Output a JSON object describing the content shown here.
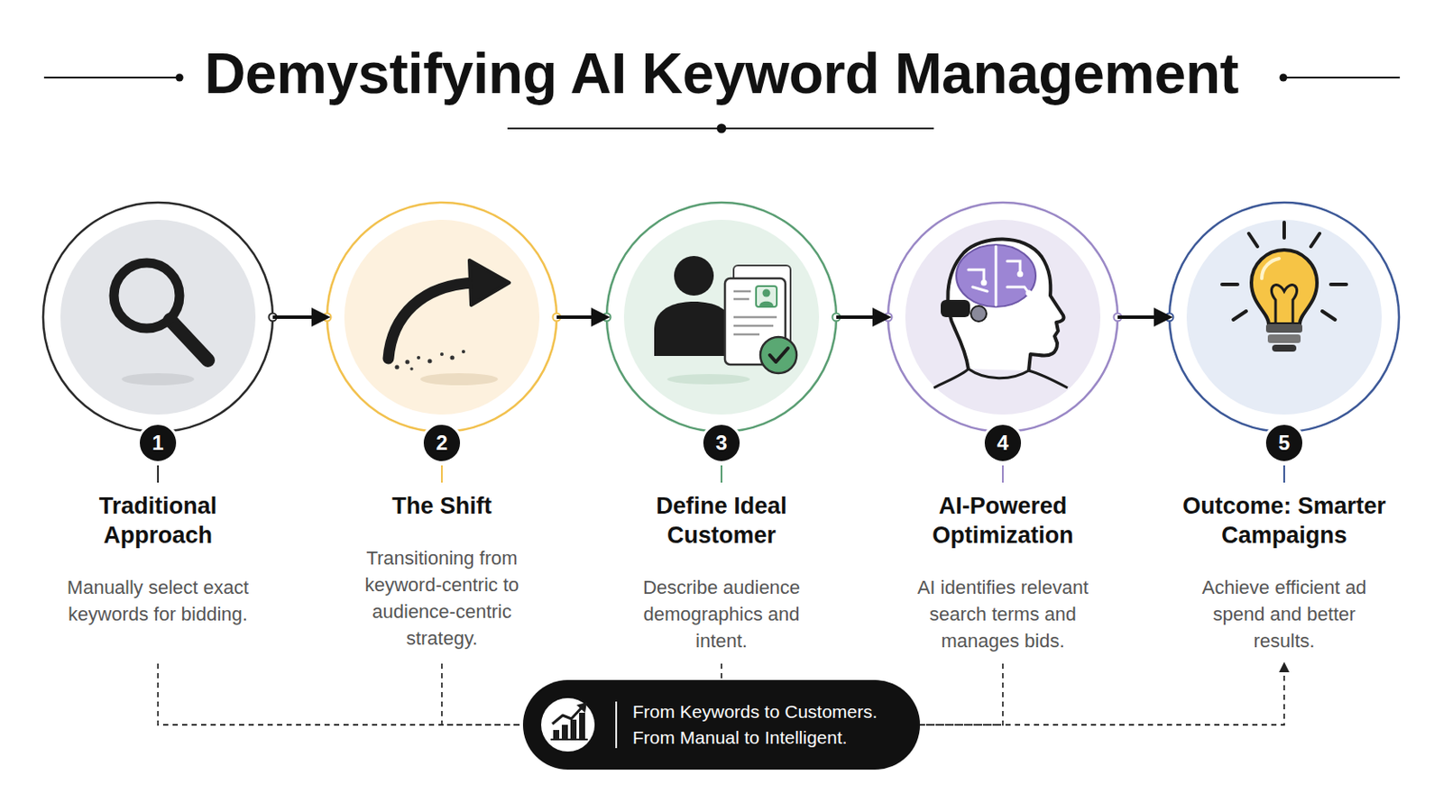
{
  "diagram": {
    "title": "Demystifying AI Keyword Management",
    "nodes": [
      {
        "text": [
          "Traditional Approach",
          "Manually select exact keywords for bidding."
        ]
      },
      {
        "text": [
          "The Shift",
          "Transitioning from keyword-centric to audience-centric strategy."
        ]
      },
      {
        "text": [
          "Define Ideal Customer",
          "Describe audience demographics and intent."
        ]
      },
      {
        "text": [
          "AI-Powered Optimization",
          "AI identifies relevant search terms and manages bids."
        ]
      },
      {
        "text": [
          "Outcome: Smarter Campaigns",
          "Achieve efficient ad spend and better results."
        ]
      },
      {
        "text": [
          "From Keywords to Customers. From Manual to Intelligent."
        ]
      }
    ],
    "edges": [
      {
        "from": 0,
        "to": 1,
        "arrow": "to"
      },
      {
        "from": 1,
        "to": 2,
        "arrow": "to"
      },
      {
        "from": 2,
        "to": 3,
        "arrow": "to"
      },
      {
        "from": 3,
        "to": 4,
        "arrow": "to"
      },
      {
        "from": 0,
        "to": 5,
        "arrow": "none"
      },
      {
        "from": 1,
        "to": 5,
        "arrow": "none"
      },
      {
        "from": 2,
        "to": 5,
        "arrow": "none"
      },
      {
        "from": 3,
        "to": 5,
        "arrow": "none"
      },
      {
        "from": 5,
        "to": 4,
        "arrow": "to"
      }
    ],
    "labels": [
      "1",
      "2",
      "3",
      "4",
      "5"
    ]
  }
}
